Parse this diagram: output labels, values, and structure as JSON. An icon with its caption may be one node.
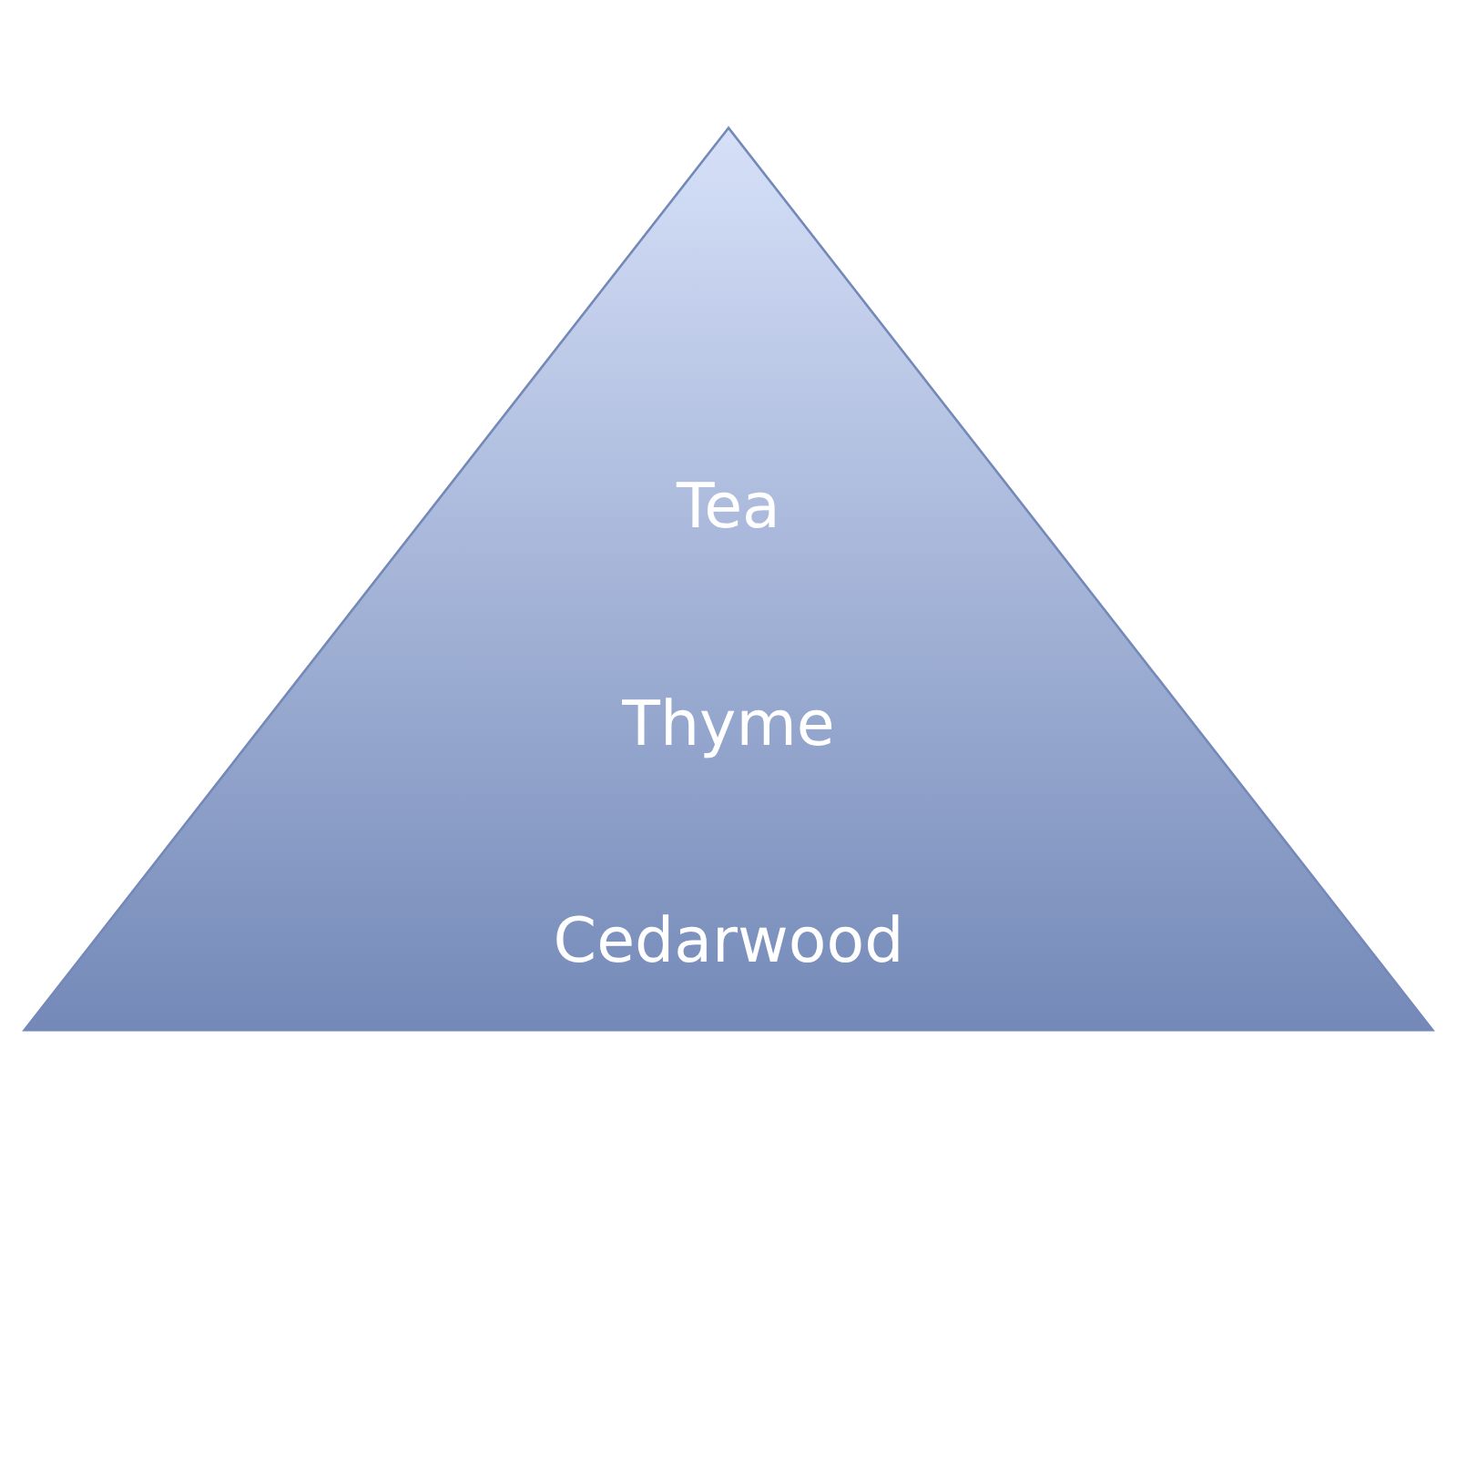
{
  "diagram": {
    "nodes": [
      {
        "text": [
          "Tea",
          "Thyme",
          "Cedarwood"
        ]
      }
    ]
  }
}
